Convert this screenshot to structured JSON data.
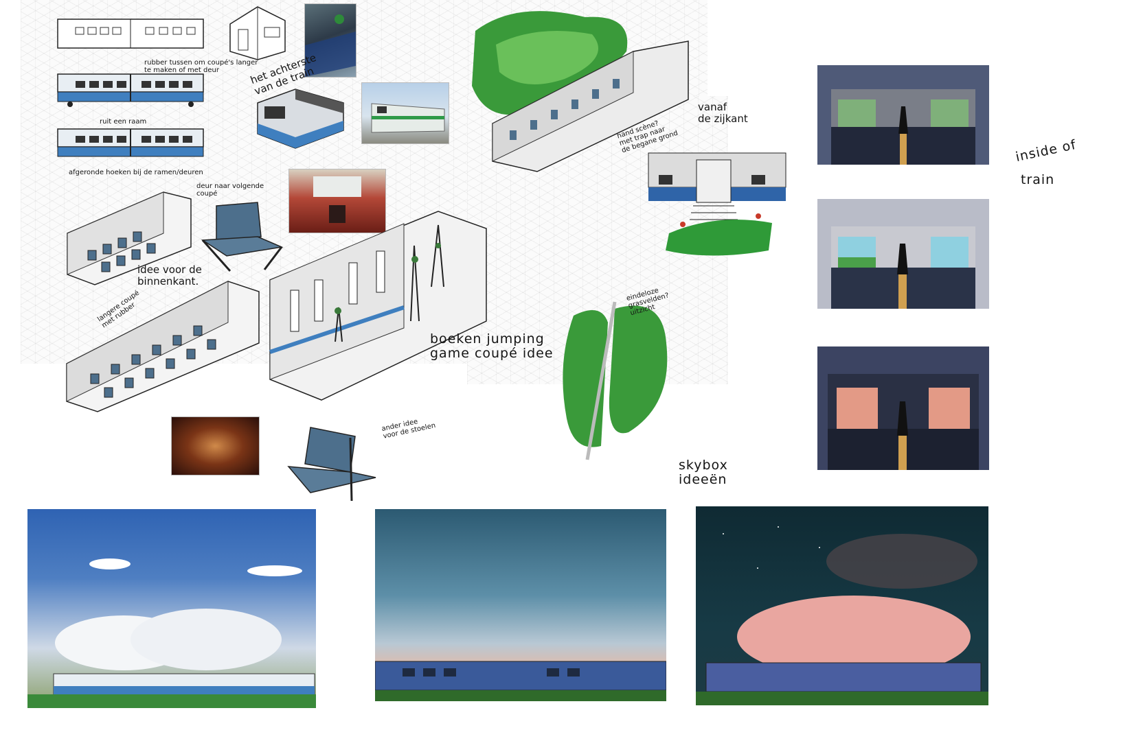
{
  "sheet": {
    "colors": {
      "train_blue": "#3f7fbf",
      "train_white": "#e8eef3",
      "seat_blue": "#4d6f8c",
      "grass_green": "#3a9a3a",
      "night_sky": "#0f2a33",
      "pink_cloud": "#e9a6a0",
      "day_sky": "#3a6fb8"
    }
  },
  "annotations": {
    "rubber": "rubber tussen om coupé's langer\nte maken of met deur",
    "one_window": "ruit een raam",
    "rounded_corners": "afgeronde hoeken bij de ramen/deuren",
    "rear": "het achterste\nvan de train",
    "door_next": "deur naar volgende\ncoupé",
    "interior_idea": "idee voor de\nbinnenkant.",
    "longer_coupe": "langere coupé\nmet rubber",
    "book_game": "boeken jumping\ngame coupé idee",
    "hand_scene": "hand scène?\nmet trap naar\nde begane grond",
    "side_view": "vanaf\nde zijkant",
    "grass_fields": "eindeloze\ngrasvelden?\nuitzicht",
    "other_seats": "ander idee\nvoor de stoelen",
    "inside_of": "inside of",
    "train": "train",
    "skybox": "skybox\nideeën"
  },
  "panels": {
    "interior_views": [
      {
        "name": "interior-day-panel",
        "sky": "#4f5a78",
        "window": "#7fb07a"
      },
      {
        "name": "interior-bright-panel",
        "sky": "#b9bcc8",
        "window": "#8fd0e0"
      },
      {
        "name": "interior-dusk-panel",
        "sky": "#3c4462",
        "window": "#e39a86"
      }
    ],
    "skyboxes": [
      {
        "name": "skybox-day-panel",
        "top": "#2f63b3",
        "bottom": "#cfd9e6"
      },
      {
        "name": "skybox-dusk-panel",
        "top": "#2c5a72",
        "bottom": "#e8b8a2"
      },
      {
        "name": "skybox-night-panel",
        "top": "#0f2a33",
        "bottom": "#d88c8a"
      }
    ]
  }
}
